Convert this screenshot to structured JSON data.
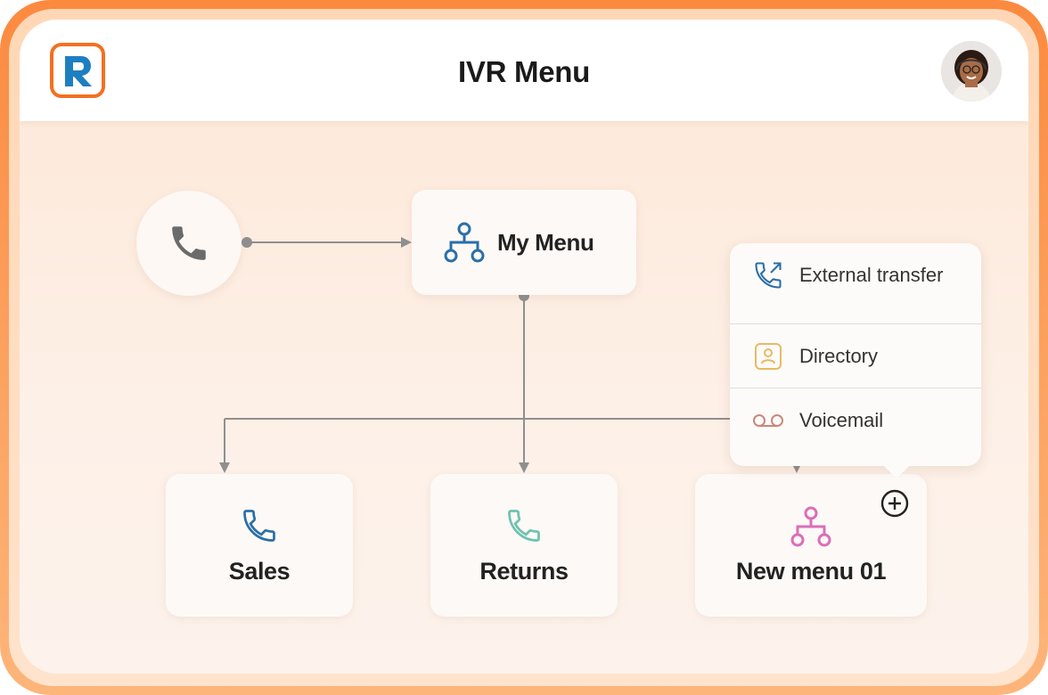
{
  "header": {
    "title": "IVR Menu",
    "logo_icon": "r-logo-icon",
    "avatar_icon": "user-avatar-icon"
  },
  "start": {
    "icon": "phone-icon"
  },
  "root_menu": {
    "label": "My Menu",
    "icon": "menu-tree-icon",
    "icon_color": "#2a6fa8"
  },
  "branches": [
    {
      "label": "Sales",
      "icon": "phone-icon",
      "icon_color": "#2a6fa8"
    },
    {
      "label": "Returns",
      "icon": "phone-icon",
      "icon_color": "#6fc2b0"
    },
    {
      "label": "New menu 01",
      "icon": "menu-tree-icon",
      "icon_color": "#d96fb8"
    }
  ],
  "add_option": {
    "icon": "plus-circle-icon"
  },
  "popup": {
    "items": [
      {
        "label": "External transfer",
        "icon": "phone-transfer-icon",
        "icon_color": "#2a6fa8"
      },
      {
        "label": "Directory",
        "icon": "directory-icon",
        "icon_color": "#e8b964"
      },
      {
        "label": "Voicemail",
        "icon": "voicemail-icon",
        "icon_color": "#c9887a"
      }
    ]
  },
  "colors": {
    "accent": "#f37021",
    "connector": "#8f8f8f"
  }
}
